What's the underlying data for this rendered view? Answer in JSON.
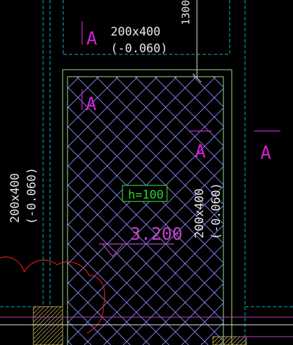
{
  "labels": {
    "beam_top_size": "200x400",
    "beam_top_elev": "(-0.060)",
    "beam_left_size": "200x400",
    "beam_left_elev": "(-0.060)",
    "beam_right_size": "200x400",
    "beam_right_elev": "(-0.060)",
    "dim_top": "1300",
    "section_mark": "A",
    "slab_thickness": "h=100",
    "slab_elevation": "3.200"
  },
  "colors": {
    "background": "#000000",
    "dashed_cyan": "#00b8c8",
    "wall_green": "#9be08c",
    "hatch_blue": "#8c8cff",
    "white": "#e8e8e8",
    "magenta": "#d020d0",
    "green_box": "#30d030",
    "red": "#ff2020",
    "olive_hatch": "#b0a050",
    "pink_line": "#c040c0"
  }
}
